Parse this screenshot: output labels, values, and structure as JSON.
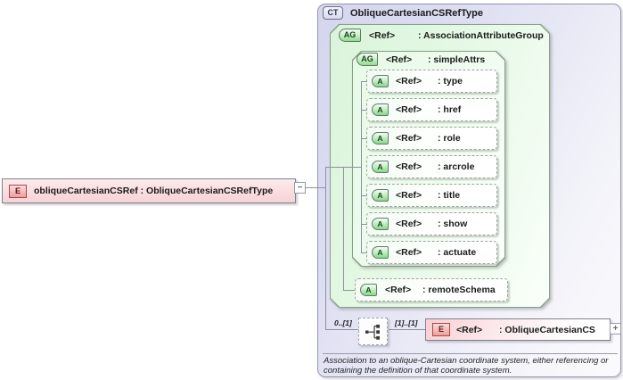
{
  "labels": {
    "ref": "<Ref>"
  },
  "source_element": {
    "badge": "E",
    "text": "obliqueCartesianCSRef : ObliqueCartesianCSRefType",
    "collapse_glyph": "−"
  },
  "complex_type": {
    "badge": "CT",
    "title": "ObliqueCartesianCSRefType",
    "association_attribute_group": {
      "badge": "AG",
      "name": ": AssociationAttributeGroup"
    },
    "simple_attrs": {
      "badge": "AG",
      "name": ": simpleAttrs",
      "attributes": [
        {
          "badge": "A",
          "name": ": type"
        },
        {
          "badge": "A",
          "name": ": href"
        },
        {
          "badge": "A",
          "name": ": role"
        },
        {
          "badge": "A",
          "name": ": arcrole"
        },
        {
          "badge": "A",
          "name": ": title"
        },
        {
          "badge": "A",
          "name": ": show"
        },
        {
          "badge": "A",
          "name": ": actuate"
        }
      ]
    },
    "remote_schema": {
      "badge": "A",
      "name": ": remoteSchema"
    },
    "content_model": {
      "occurs_source": "0..[1]",
      "occurs_target": "[1]..[1]",
      "compositor_icon": "sequence-compositor-icon",
      "element": {
        "badge": "E",
        "name": ": ObliqueCartesianCS"
      },
      "expand_glyph": "+"
    },
    "annotation": [
      "Association to an oblique-Cartesian coordinate system, either referencing or",
      "containing the definition of that coordinate system."
    ]
  },
  "colors": {
    "lavender_box": "#d8d9ee",
    "green_box": "#ddf5dd",
    "attr_badge_green": "#8edc8e",
    "element_pink": "#f7d2d6",
    "badge_red_border": "#a84848",
    "wire_gray": "#8f90a0"
  }
}
